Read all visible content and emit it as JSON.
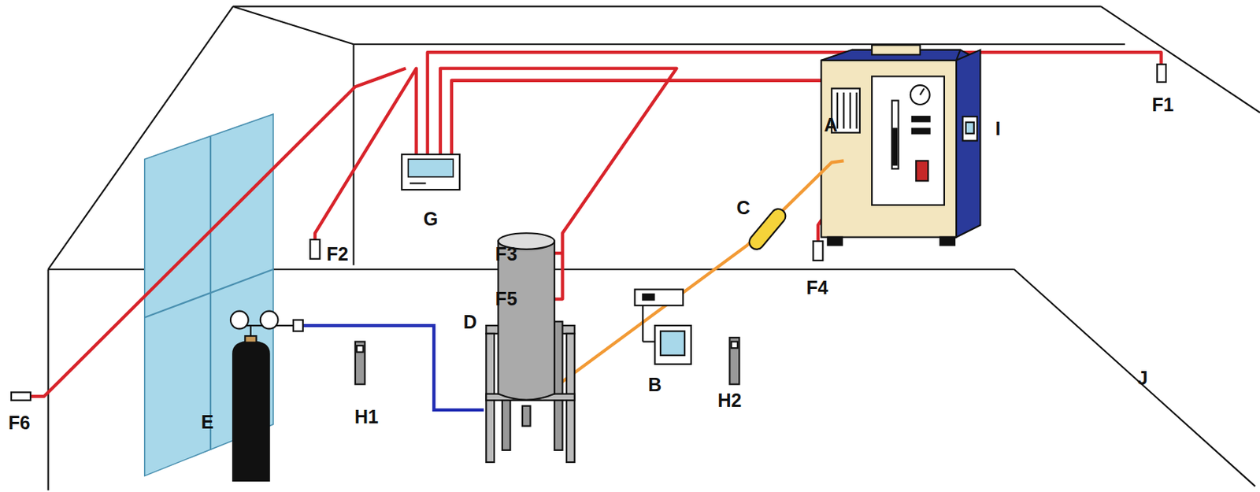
{
  "diagram": {
    "labels": [
      "F1",
      "A",
      "I",
      "G",
      "C",
      "F2",
      "F3",
      "F5",
      "F4",
      "D",
      "B",
      "E",
      "H1",
      "H2",
      "F6",
      "J"
    ]
  }
}
